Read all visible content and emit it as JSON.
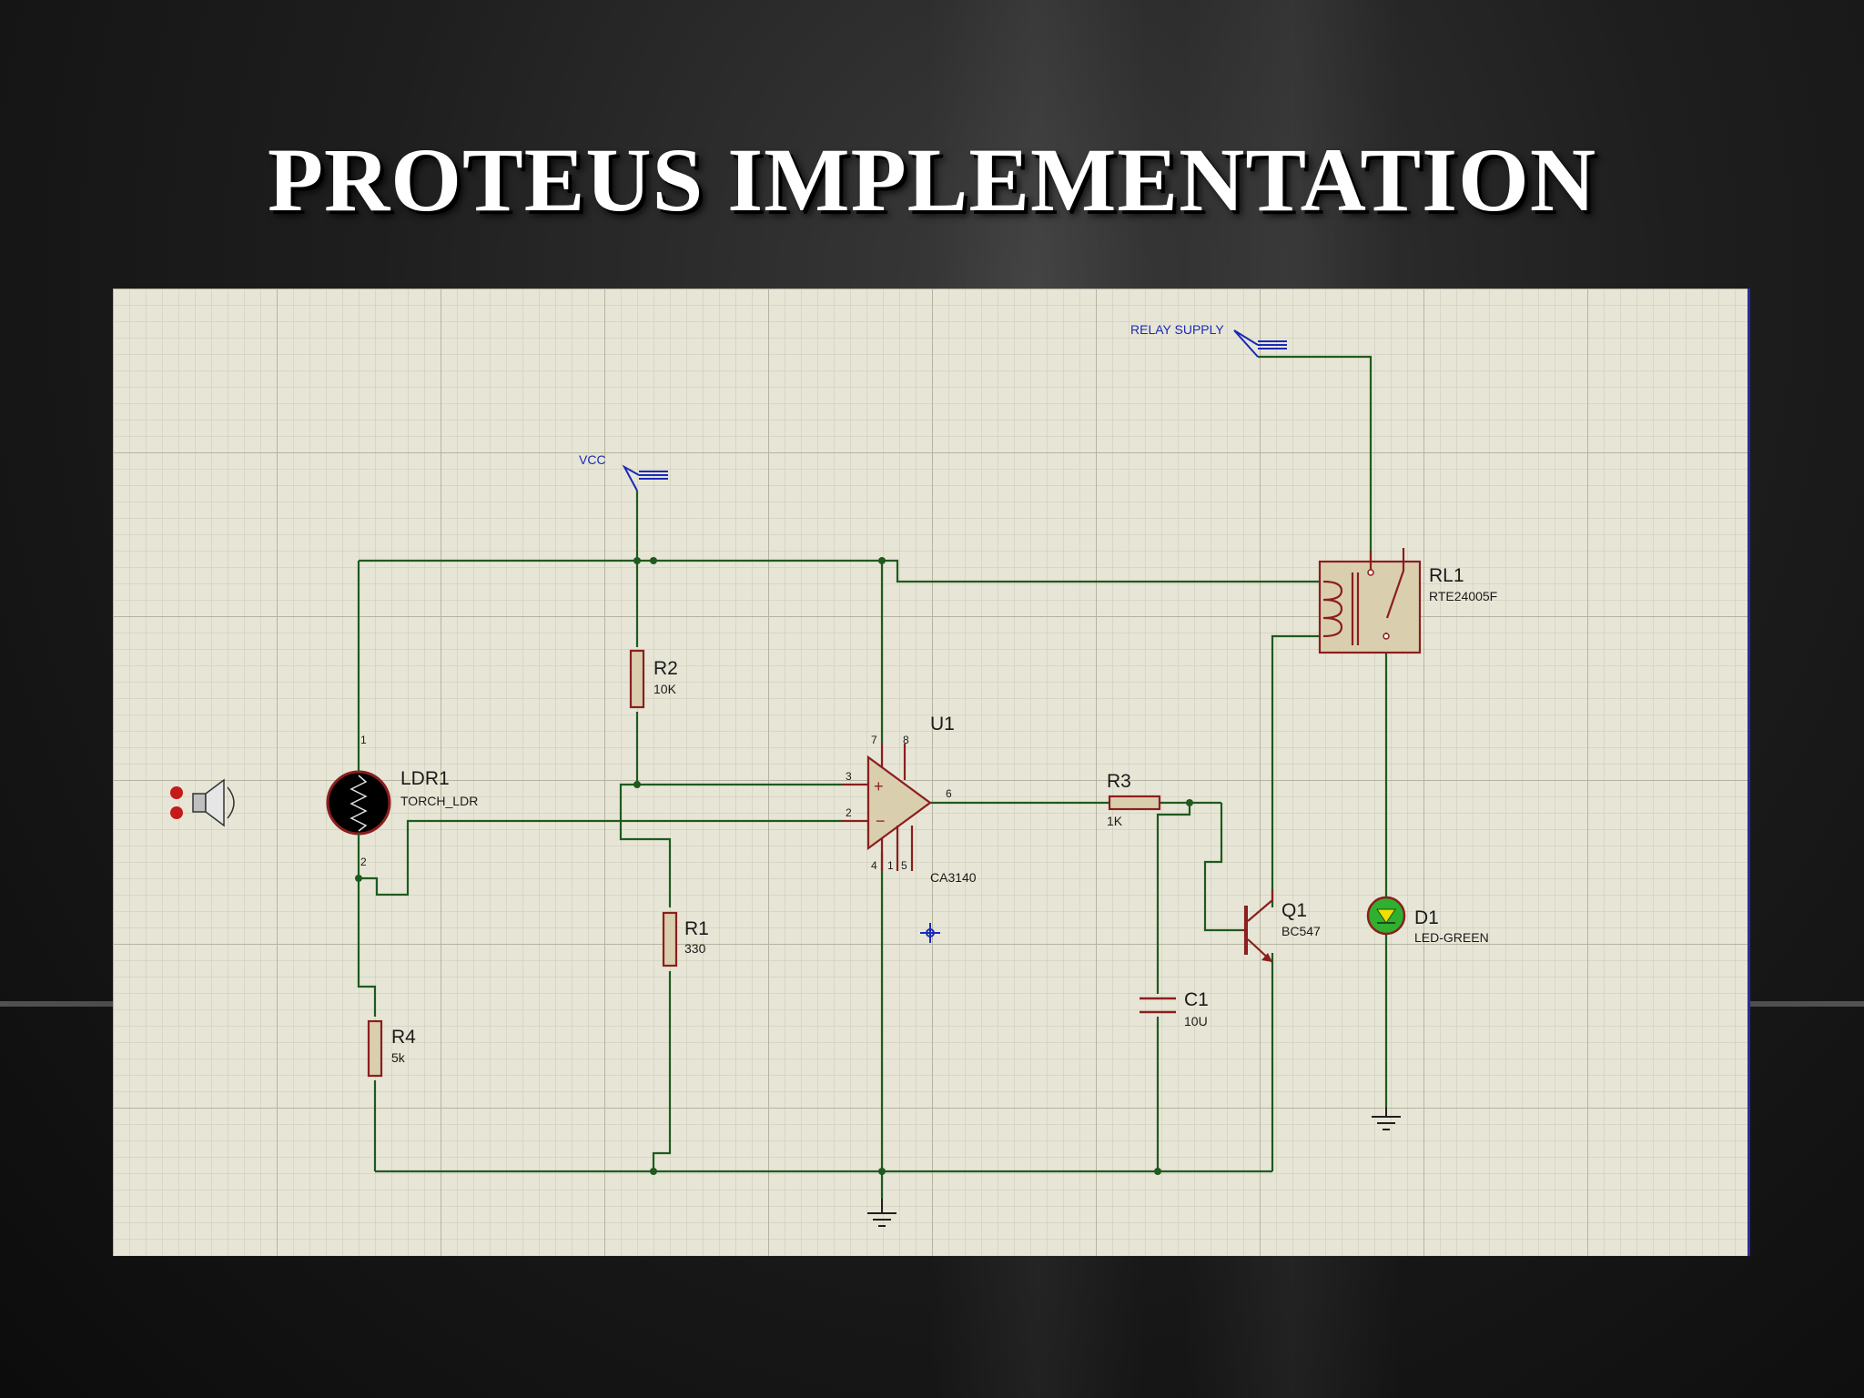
{
  "slide": {
    "title": "PROTEUS IMPLEMENTATION"
  },
  "schematic": {
    "power": {
      "vcc": "VCC",
      "relay_supply": "RELAY SUPPLY"
    },
    "components": {
      "ldr": {
        "ref": "LDR1",
        "value": "TORCH_LDR",
        "pin_a": "1",
        "pin_b": "2"
      },
      "r1": {
        "ref": "R1",
        "value": "330"
      },
      "r2": {
        "ref": "R2",
        "value": "10K"
      },
      "r3": {
        "ref": "R3",
        "value": "1K"
      },
      "r4": {
        "ref": "R4",
        "value": "5k"
      },
      "u1": {
        "ref": "U1",
        "value": "CA3140",
        "pins": {
          "in_plus": "3",
          "in_minus": "2",
          "out": "6",
          "v_plus": "7",
          "v_minus": "4",
          "p8": "8",
          "p1": "1",
          "p5": "5"
        }
      },
      "c1": {
        "ref": "C1",
        "value": "10U"
      },
      "q1": {
        "ref": "Q1",
        "value": "BC547"
      },
      "rl1": {
        "ref": "RL1",
        "value": "RTE24005F"
      },
      "d1": {
        "ref": "D1",
        "value": "LED-GREEN"
      }
    },
    "icons": [
      "speaker-icon",
      "ground-icon",
      "power-terminal-icon",
      "crosshair-icon"
    ],
    "colors": {
      "background": "#e7e6d6",
      "wire": "#1f5a1f",
      "component": "#8b1e1e",
      "terminal": "#1a2ab8"
    }
  }
}
